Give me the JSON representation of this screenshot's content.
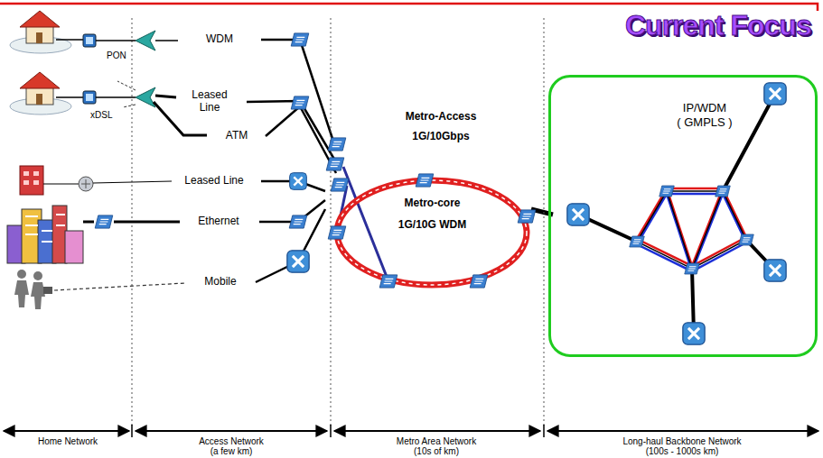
{
  "diagram": {
    "nodes": [
      {
        "text": [
          "WDM"
        ]
      },
      {
        "text": [
          "Leased Line"
        ]
      },
      {
        "text": [
          "ATM"
        ]
      },
      {
        "text": [
          "Leased Line"
        ]
      },
      {
        "text": [
          "Ethernet"
        ]
      },
      {
        "text": [
          "Mobile"
        ]
      },
      {
        "text": [
          "Metro-Access 1G/10Gbps"
        ]
      },
      {
        "text": [
          "Metro-core 1G/10G WDM"
        ]
      },
      {
        "text": [
          "Current Focus"
        ]
      },
      {
        "text": [
          "IP/WDM",
          "( GMPLS )"
        ],
        "in": 8
      }
    ],
    "edges": [
      {
        "from": 0,
        "to": 6,
        "arrow": "none"
      },
      {
        "from": 1,
        "to": 6,
        "arrow": "none"
      },
      {
        "from": 2,
        "to": 6,
        "arrow": "none"
      },
      {
        "from": 3,
        "to": 7,
        "arrow": "none"
      },
      {
        "from": 4,
        "to": 7,
        "arrow": "none"
      },
      {
        "from": 5,
        "to": 7,
        "arrow": "none"
      },
      {
        "from": 7,
        "to": 9,
        "arrow": "none"
      }
    ],
    "labels": [
      "PON",
      "xDSL",
      "Home Network",
      "Access Network (a few km)",
      "Metro Area Network (10s of km)",
      "Long-haul Backbone Network (100s - 1000s km)"
    ]
  }
}
